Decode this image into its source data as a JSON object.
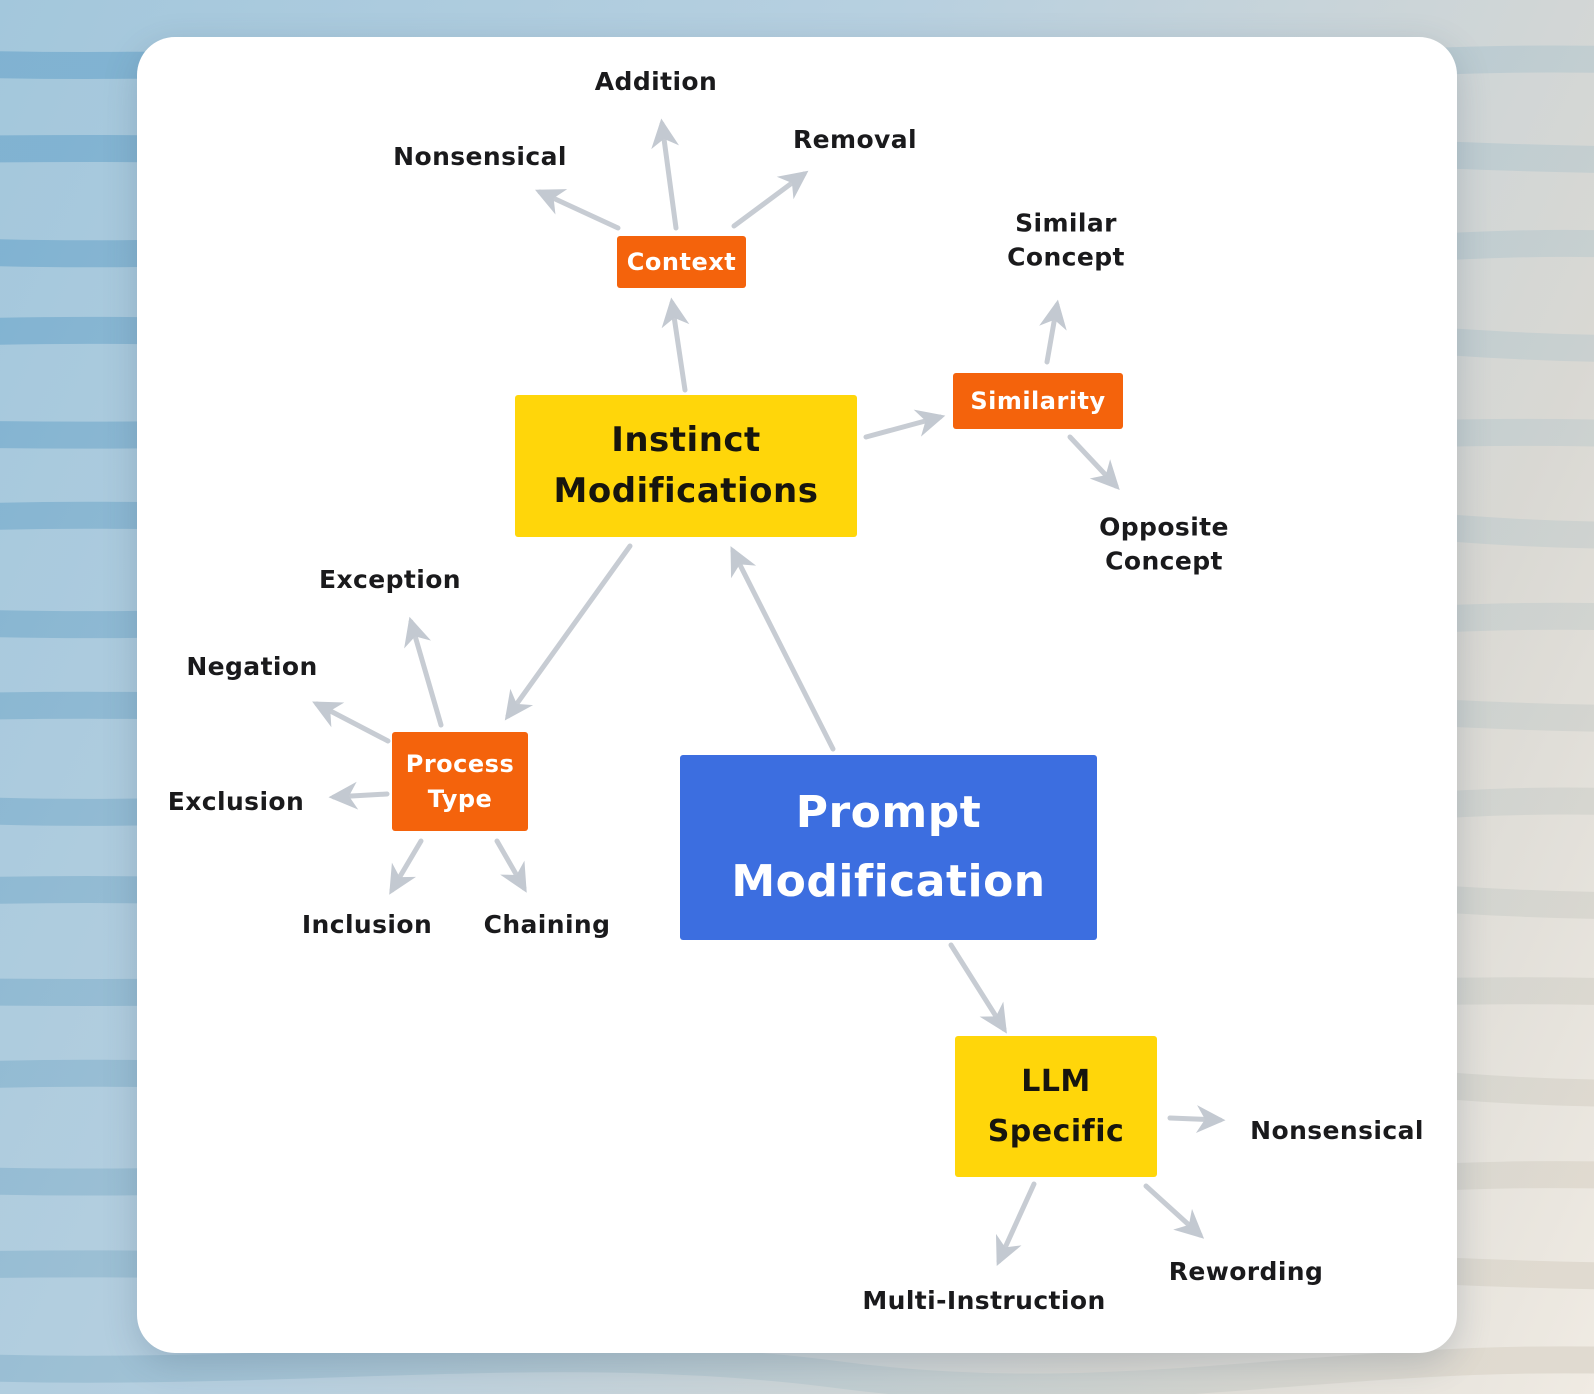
{
  "canvas": {
    "type": "mind-map"
  },
  "palette": {
    "node_orange": "#f4630c",
    "node_yellow": "#ffd60a",
    "node_blue": "#3c6ee0",
    "arrow_gray": "#c7ccd3",
    "label_text": "#1a1a1c",
    "card_white": "#ffffff",
    "background_blue": "#a3c7dc",
    "background_beige": "#f0ebe3",
    "wave_blue": "#7fb2d0",
    "wave_beige": "#dcd6cb"
  },
  "nodes": {
    "prompt": {
      "label": "Prompt Modification",
      "color": "#3c6ee0"
    },
    "instinct": {
      "label": "Instinct Modifications",
      "color": "#ffd60a"
    },
    "context": {
      "label": "Context",
      "color": "#f4630c"
    },
    "similarity": {
      "label": "Similarity",
      "color": "#f4630c"
    },
    "process": {
      "label": "Process Type",
      "color": "#f4630c"
    },
    "llm": {
      "label": "LLM Specific",
      "color": "#ffd60a"
    }
  },
  "leaves": {
    "addition": "Addition",
    "nonsensical_top": "Nonsensical",
    "removal": "Removal",
    "similar_concept": "Similar Concept",
    "opposite_concept": "Opposite Concept",
    "exception": "Exception",
    "negation": "Negation",
    "exclusion": "Exclusion",
    "inclusion": "Inclusion",
    "chaining": "Chaining",
    "nonsensical_llm": "Nonsensical",
    "rewording": "Rewording",
    "multi_instruction": "Multi-Instruction"
  },
  "edges": [
    {
      "from": "prompt",
      "to": "instinct"
    },
    {
      "from": "prompt",
      "to": "llm"
    },
    {
      "from": "instinct",
      "to": "context"
    },
    {
      "from": "instinct",
      "to": "similarity"
    },
    {
      "from": "instinct",
      "to": "process"
    },
    {
      "from": "context",
      "to": "addition"
    },
    {
      "from": "context",
      "to": "nonsensical_top"
    },
    {
      "from": "context",
      "to": "removal"
    },
    {
      "from": "similarity",
      "to": "similar_concept"
    },
    {
      "from": "similarity",
      "to": "opposite_concept"
    },
    {
      "from": "process",
      "to": "exception"
    },
    {
      "from": "process",
      "to": "negation"
    },
    {
      "from": "process",
      "to": "exclusion"
    },
    {
      "from": "process",
      "to": "inclusion"
    },
    {
      "from": "process",
      "to": "chaining"
    },
    {
      "from": "llm",
      "to": "nonsensical_llm"
    },
    {
      "from": "llm",
      "to": "rewording"
    },
    {
      "from": "llm",
      "to": "multi_instruction"
    }
  ]
}
